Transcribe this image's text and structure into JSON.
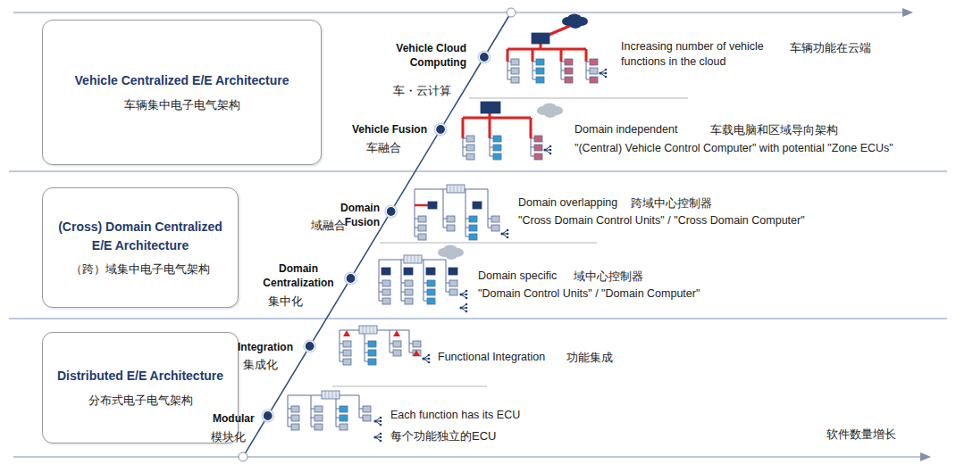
{
  "diagram": {
    "nodes": [
      {
        "text": [
          "Vehicle Centralized E/E Architecture",
          "车辆集中电子电气架构"
        ]
      },
      {
        "text": [
          "(Cross) Domain Centralized E/E Architecture",
          "（跨）域集中电子电气架构"
        ]
      },
      {
        "text": [
          "Distributed E/E Architecture",
          "分布式电子电气架构"
        ]
      }
    ],
    "labels": [
      "Vehicle Cloud Computing",
      "车・云计算",
      "Increasing number of vehicle functions in the cloud",
      "车辆功能在云端",
      "Vehicle Fusion",
      "车融合",
      "Domain independent",
      "车载电脑和区域导向架构",
      "\"(Central) Vehicle Control Computer\" with potential \"Zone ECUs\"",
      "Domain Fusion",
      "域融合",
      "Domain overlapping",
      "跨域中心控制器",
      "\"Cross Domain Control Units\" / \"Cross Domain Computer\"",
      "Domain Centralization",
      "集中化",
      "Domain specific",
      "域中心控制器",
      "\"Domain Control Units\" / \"Domain Computer\"",
      "Integration",
      "集成化",
      "Functional Integration",
      "功能集成",
      "Modular",
      "模块化",
      "Each function has its ECU",
      "每个功能独立的ECU",
      "软件数量增长"
    ]
  }
}
